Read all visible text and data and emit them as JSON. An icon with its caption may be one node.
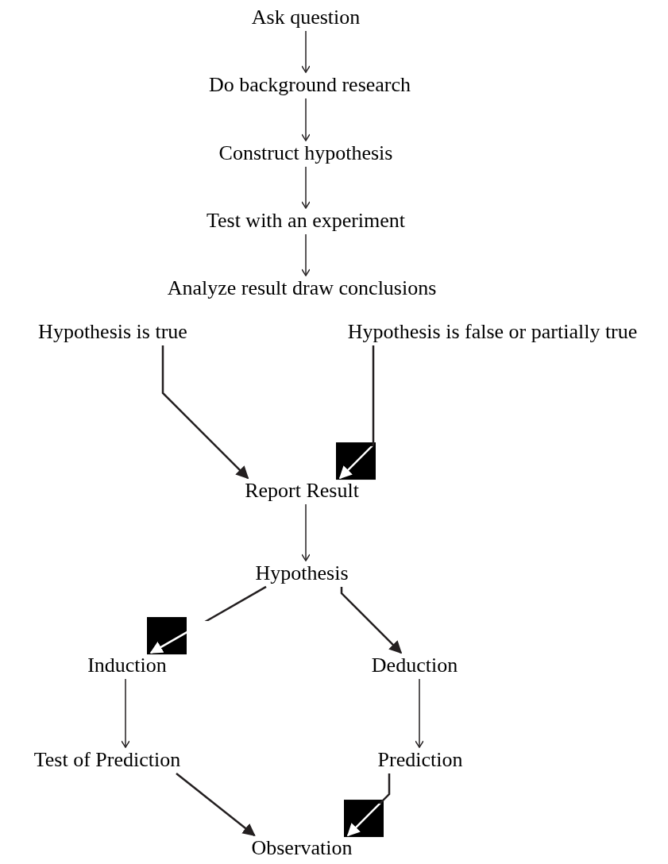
{
  "diagram": {
    "nodes": [
      {
        "text": [
          "Ask question"
        ]
      },
      {
        "text": [
          "Do background research"
        ]
      },
      {
        "text": [
          "Construct hypothesis"
        ]
      },
      {
        "text": [
          "Test with an experiment"
        ]
      },
      {
        "text": [
          "Analyze result draw conclusions"
        ]
      },
      {
        "text": [
          "Hypothesis is true"
        ]
      },
      {
        "text": [
          "Hypothesis is false or partially true"
        ]
      },
      {
        "text": [
          "Report Result"
        ]
      },
      {
        "text": [
          "Hypothesis"
        ]
      },
      {
        "text": [
          "Induction"
        ]
      },
      {
        "text": [
          "Deduction"
        ]
      },
      {
        "text": [
          "Test of Prediction"
        ]
      },
      {
        "text": [
          "Prediction"
        ]
      },
      {
        "text": [
          "Observation"
        ]
      }
    ],
    "edges": [
      {
        "from": 0,
        "to": 1,
        "arrow": "to"
      },
      {
        "from": 1,
        "to": 2,
        "arrow": "to"
      },
      {
        "from": 2,
        "to": 3,
        "arrow": "to"
      },
      {
        "from": 3,
        "to": 4,
        "arrow": "to"
      },
      {
        "from": 5,
        "to": 7,
        "arrow": "to"
      },
      {
        "from": 6,
        "to": 7,
        "arrow": "to",
        "color": "#ffffff"
      },
      {
        "from": 7,
        "to": 8,
        "arrow": "to"
      },
      {
        "from": 8,
        "to": 9,
        "arrow": "to",
        "color": "#ffffff"
      },
      {
        "from": 8,
        "to": 10,
        "arrow": "to"
      },
      {
        "from": 9,
        "to": 11,
        "arrow": "to"
      },
      {
        "from": 10,
        "to": 12,
        "arrow": "to"
      },
      {
        "from": 11,
        "to": 13,
        "arrow": "to"
      },
      {
        "from": 12,
        "to": 13,
        "arrow": "to",
        "color": "#ffffff"
      }
    ]
  }
}
